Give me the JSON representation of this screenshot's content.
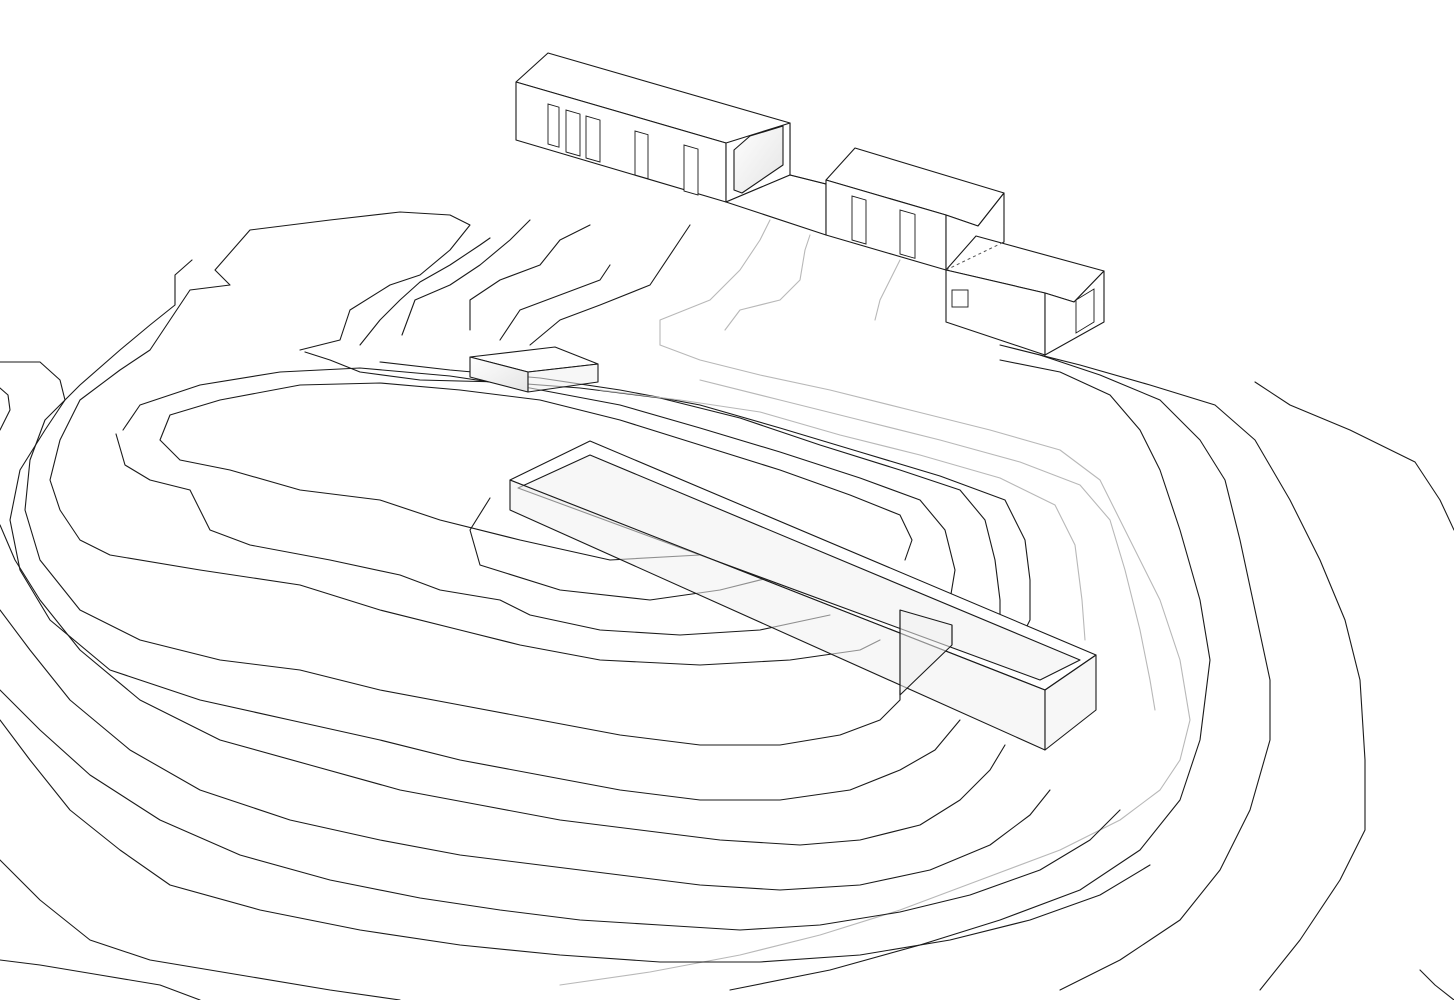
{
  "diagram": {
    "colors": {
      "line": "#1a1a1a",
      "faint_line": "#b8b8b8",
      "background": "#ffffff",
      "volume_fill": "#f0f0f0"
    },
    "elements": [
      "contour-lines",
      "house-volume-long",
      "house-volume-middle",
      "house-volume-small",
      "pool-volume",
      "deck-volume"
    ]
  }
}
